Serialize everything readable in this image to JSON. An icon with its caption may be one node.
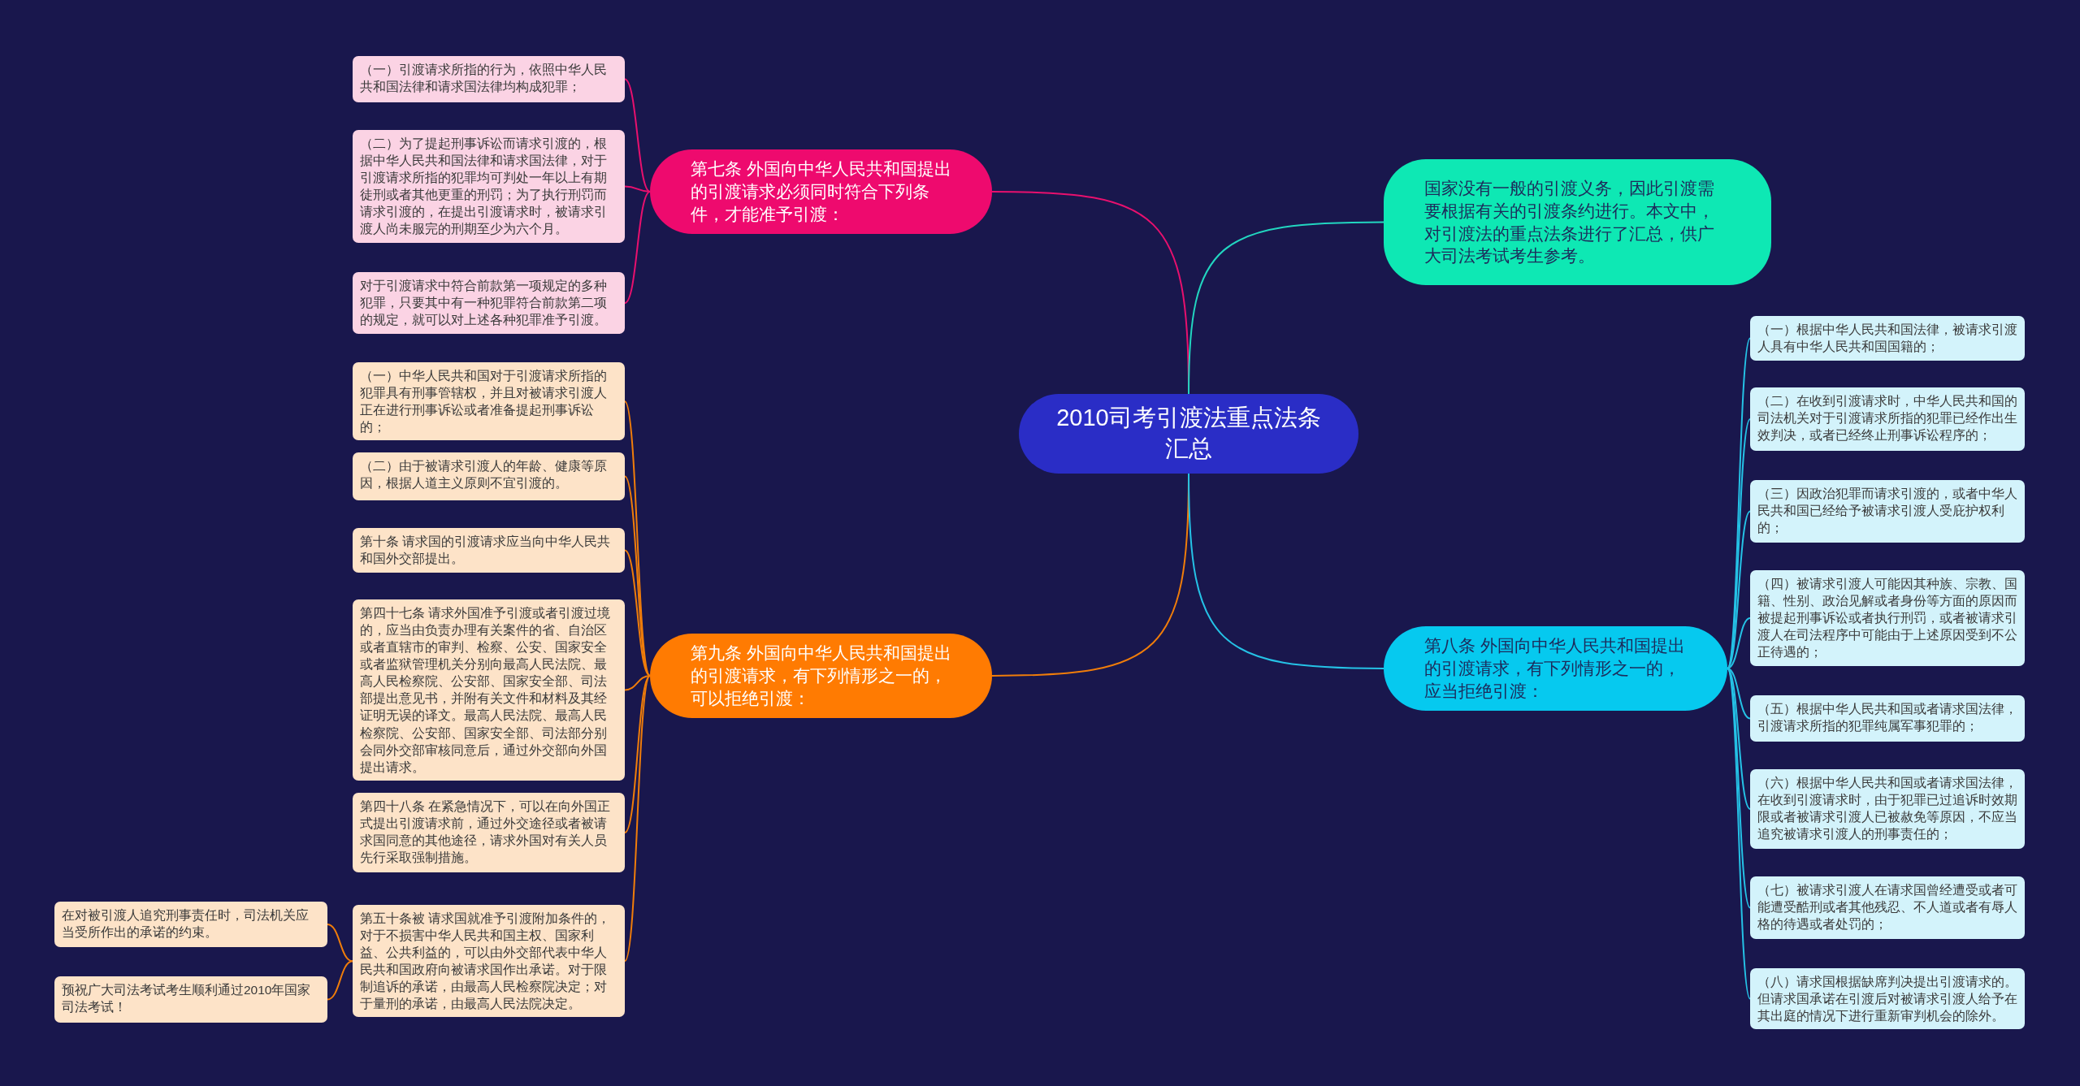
{
  "diagram": {
    "nodes": [
      {
        "text": [
          "2010司考引渡法重点法条汇总"
        ]
      },
      {
        "text": [
          "第七条 外国向中华人民共和国提出的引渡请求必须同时符合下列条件，才能准予引渡："
        ]
      },
      {
        "text": [
          "（一）引渡请求所指的行为，依照中华人民共和国法律和请求国法律均构成犯罪；"
        ]
      },
      {
        "text": [
          "（二）为了提起刑事诉讼而请求引渡的，根据中华人民共和国法律和请求国法律，对于引渡请求所指的犯罪均可判处一年以上有期徒刑或者其他更重的刑罚；为了执行刑罚而请求引渡的，在提出引渡请求时，被请求引渡人尚未服完的刑期至少为六个月。"
        ]
      },
      {
        "text": [
          "对于引渡请求中符合前款第一项规定的多种犯罪，只要其中有一种犯罪符合前款第二项的规定，就可以对上述各种犯罪准予引渡。"
        ]
      },
      {
        "text": [
          "国家没有一般的引渡义务，因此引渡需要根据有关的引渡条约进行。本文中，对引渡法的重点法条进行了汇总，供广大司法考试考生参考。"
        ]
      },
      {
        "text": [
          "第九条 外国向中华人民共和国提出的引渡请求，有下列情形之一的，可以拒绝引渡："
        ]
      },
      {
        "text": [
          "（一）中华人民共和国对于引渡请求所指的犯罪具有刑事管辖权，并且对被请求引渡人正在进行刑事诉讼或者准备提起刑事诉讼的；"
        ]
      },
      {
        "text": [
          "（二）由于被请求引渡人的年龄、健康等原因，根据人道主义原则不宜引渡的。"
        ]
      },
      {
        "text": [
          "第十条 请求国的引渡请求应当向中华人民共和国外交部提出。"
        ]
      },
      {
        "text": [
          "第四十七条 请求外国准予引渡或者引渡过境的，应当由负责办理有关案件的省、自治区或者直辖市的审判、检察、公安、国家安全或者监狱管理机关分别向最高人民法院、最高人民检察院、公安部、国家安全部、司法部提出意见书，并附有关文件和材料及其经证明无误的译文。最高人民法院、最高人民检察院、公安部、国家安全部、司法部分别会同外交部审核同意后，通过外交部向外国提出请求。"
        ]
      },
      {
        "text": [
          "第四十八条 在紧急情况下，可以在向外国正式提出引渡请求前，通过外交途径或者被请求国同意的其他途径，请求外国对有关人员先行采取强制措施。"
        ]
      },
      {
        "text": [
          "第五十条被 请求国就准予引渡附加条件的，对于不损害中华人民共和国主权、国家利益、公共利益的，可以由外交部代表中华人民共和国政府向被请求国作出承诺。对于限制追诉的承诺，由最高人民检察院决定；对于量刑的承诺，由最高人民法院决定。"
        ]
      },
      {
        "text": [
          "在对被引渡人追究刑事责任时，司法机关应当受所作出的承诺的约束。"
        ]
      },
      {
        "text": [
          "预祝广大司法考试考生顺利通过2010年国家司法考试！"
        ]
      },
      {
        "text": [
          "第八条 外国向中华人民共和国提出的引渡请求，有下列情形之一的，应当拒绝引渡："
        ]
      },
      {
        "text": [
          "（一）根据中华人民共和国法律，被请求引渡人具有中华人民共和国国籍的；"
        ]
      },
      {
        "text": [
          "（二）在收到引渡请求时，中华人民共和国的司法机关对于引渡请求所指的犯罪已经作出生效判决，或者已经终止刑事诉讼程序的；"
        ]
      },
      {
        "text": [
          "（三）因政治犯罪而请求引渡的，或者中华人民共和国已经给予被请求引渡人受庇护权利的；"
        ]
      },
      {
        "text": [
          "（四）被请求引渡人可能因其种族、宗教、国籍、性别、政治见解或者身份等方面的原因而被提起刑事诉讼或者执行刑罚，或者被请求引渡人在司法程序中可能由于上述原因受到不公正待遇的；"
        ]
      },
      {
        "text": [
          "（五）根据中华人民共和国或者请求国法律，引渡请求所指的犯罪纯属军事犯罪的；"
        ]
      },
      {
        "text": [
          "（六）根据中华人民共和国或者请求国法律，在收到引渡请求时，由于犯罪已过追诉时效期限或者被请求引渡人已被赦免等原因，不应当追究被请求引渡人的刑事责任的；"
        ]
      },
      {
        "text": [
          "（七）被请求引渡人在请求国曾经遭受或者可能遭受酷刑或者其他残忍、不人道或者有辱人格的待遇或者处罚的；"
        ]
      },
      {
        "text": [
          "（八）请求国根据缺席判决提出引渡请求的。但请求国承诺在引渡后对被请求引渡人给予在其出庭的情况下进行重新审判机会的除外。"
        ]
      }
    ],
    "edges": [
      {
        "from": 0,
        "to": 1,
        "arrow": "none",
        "color": "#e8106e"
      },
      {
        "from": 1,
        "to": 2,
        "arrow": "none",
        "color": "#e8106e"
      },
      {
        "from": 1,
        "to": 3,
        "arrow": "none",
        "color": "#e8106e"
      },
      {
        "from": 1,
        "to": 4,
        "arrow": "none",
        "color": "#e8106e"
      },
      {
        "from": 0,
        "to": 5,
        "arrow": "none",
        "color": "#22d6c0"
      },
      {
        "from": 0,
        "to": 6,
        "arrow": "none",
        "color": "#f07d0a"
      },
      {
        "from": 6,
        "to": 7,
        "arrow": "none",
        "color": "#f07d0a"
      },
      {
        "from": 6,
        "to": 8,
        "arrow": "none",
        "color": "#f07d0a"
      },
      {
        "from": 6,
        "to": 9,
        "arrow": "none",
        "color": "#f07d0a"
      },
      {
        "from": 6,
        "to": 10,
        "arrow": "none",
        "color": "#f07d0a"
      },
      {
        "from": 6,
        "to": 11,
        "arrow": "none",
        "color": "#f07d0a"
      },
      {
        "from": 6,
        "to": 12,
        "arrow": "none",
        "color": "#f07d0a"
      },
      {
        "from": 12,
        "to": 13,
        "arrow": "none",
        "color": "#f07d0a"
      },
      {
        "from": 12,
        "to": 14,
        "arrow": "none",
        "color": "#f07d0a"
      },
      {
        "from": 0,
        "to": 15,
        "arrow": "none",
        "color": "#25c2e6"
      },
      {
        "from": 15,
        "to": 16,
        "arrow": "none",
        "color": "#25c2e6"
      },
      {
        "from": 15,
        "to": 17,
        "arrow": "none",
        "color": "#25c2e6"
      },
      {
        "from": 15,
        "to": 18,
        "arrow": "none",
        "color": "#25c2e6"
      },
      {
        "from": 15,
        "to": 19,
        "arrow": "none",
        "color": "#25c2e6"
      },
      {
        "from": 15,
        "to": 20,
        "arrow": "none",
        "color": "#25c2e6"
      },
      {
        "from": 15,
        "to": 21,
        "arrow": "none",
        "color": "#25c2e6"
      },
      {
        "from": 15,
        "to": 22,
        "arrow": "none",
        "color": "#25c2e6"
      },
      {
        "from": 15,
        "to": 23,
        "arrow": "none",
        "color": "#25c2e6"
      }
    ]
  }
}
